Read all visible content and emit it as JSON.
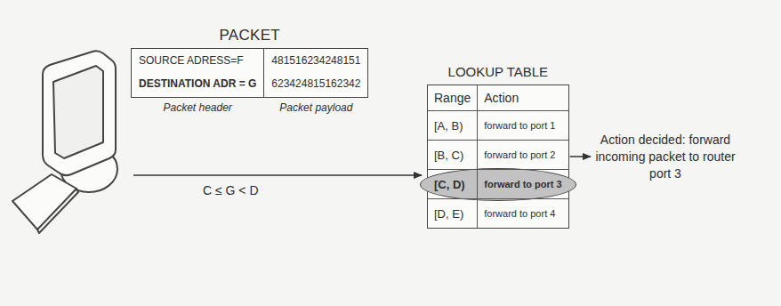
{
  "diagram": {
    "nodes": [
      {
        "text": [
          "PACKET"
        ]
      },
      {
        "text": [
          "SOURCE ADRESS=F",
          "DESTINATION ADR = G",
          "Packet header"
        ],
        "in": 0
      },
      {
        "text": [
          "481516234248151",
          "623424815162342",
          "Packet payload"
        ],
        "in": 0
      },
      {
        "text": [
          "LOOKUP TABLE",
          "Range",
          "Action",
          "[A, B)",
          "forward to port 1",
          "[B, C)",
          "forward to port 2",
          "[C, D)",
          "forward to port 3",
          "[D, E)",
          "forward to port 4"
        ]
      },
      {
        "text": [
          "Action decided: forward incoming packet to router port 3"
        ]
      }
    ],
    "edges": [
      {
        "from": 3,
        "to": 4,
        "arrow": "to"
      }
    ],
    "labels": [
      "C ≤ G < D"
    ]
  }
}
